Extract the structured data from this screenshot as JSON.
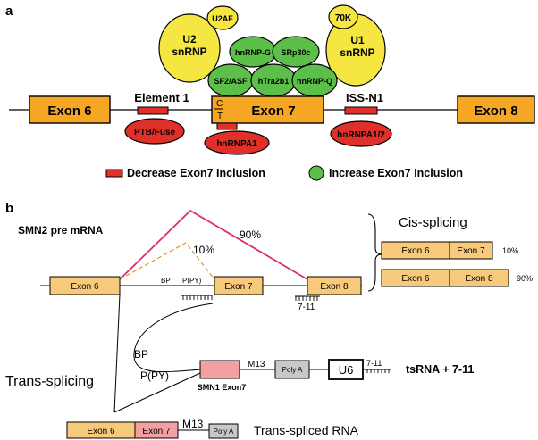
{
  "panel_a": {
    "label": "a",
    "exons": {
      "exon6": "Exon 6",
      "exon7": "Exon 7",
      "exon8": "Exon 8"
    },
    "exon7_marks": {
      "top": "C",
      "bottom": "T"
    },
    "regulators": {
      "u2_snrnp": [
        "U2",
        "snRNP"
      ],
      "u2af": "U2AF",
      "u1_snrnp": [
        "U1",
        "snRNP"
      ],
      "u1_70k": "70K",
      "hnrnp_g": "hnRNP-G",
      "srp30c": "SRp30c",
      "sf2_asf": "SF2/ASF",
      "htra2b1": "hTra2b1",
      "hnrnp_q": "hnRNP-Q",
      "ptb_fuse": "PTB/Fuse",
      "hnrnpa1": "hnRNPA1",
      "hnrnpa1_2": "hnRNPA1/2"
    },
    "elements": {
      "element1": "Element 1",
      "iss_n1": "ISS-N1"
    },
    "legend": {
      "decrease": "Decrease Exon7 Inclusion",
      "increase": "Increase Exon7 Inclusion"
    },
    "colors": {
      "exon": "#f5a623",
      "decrease": "#e0302a",
      "increase": "#5cbf4a",
      "u_snrnp": "#f5e642"
    }
  },
  "panel_b": {
    "label": "b",
    "title": "SMN2 pre mRNA",
    "exons": {
      "exon6": "Exon 6",
      "exon7": "Exon 7",
      "exon8": "Exon 8"
    },
    "percent_90": "90%",
    "percent_10": "10%",
    "bp_top": "BP",
    "ppy_top": "P(PY)",
    "range_7_11": "7-11",
    "cis": {
      "title": "Cis-splicing",
      "product1": {
        "exon6": "Exon 6",
        "exon7": "Exon 7",
        "pct": "10%"
      },
      "product2": {
        "exon6": "Exon 6",
        "exon8": "Exon 8",
        "pct": "90%"
      }
    },
    "trans": {
      "title": "Trans-splicing",
      "bp": "BP",
      "ppy": "P(PY)",
      "smn1_label": "SMN1 Exon7",
      "m13": "M13",
      "poly_a": "Poly A",
      "u6": "U6",
      "u6_range": "7-11",
      "tsrna": "tsRNA + 7-11"
    },
    "spliced": {
      "exon6": "Exon 6",
      "exon7": "Exon 7",
      "m13": "M13",
      "poly_a": "Poly A",
      "label": "Trans-spliced RNA"
    },
    "colors": {
      "exon": "#f7c97a",
      "smn1": "#f4a0a0",
      "polya": "#c8c8c8",
      "cis_line": "#d6306e",
      "cis_dash": "#e8902a"
    }
  }
}
